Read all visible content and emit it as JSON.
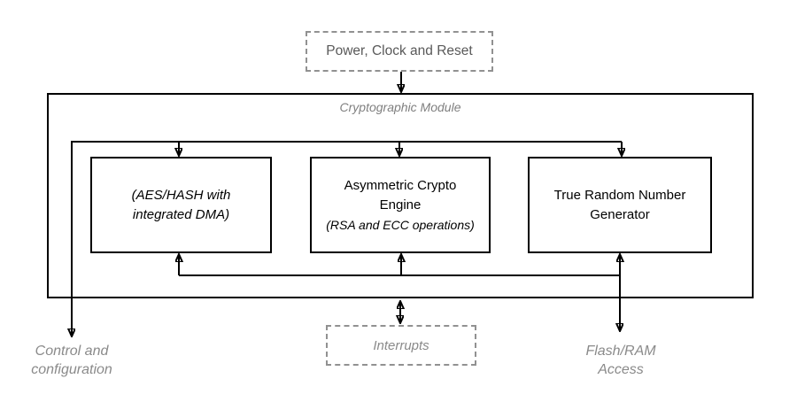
{
  "colors": {
    "background": "#ffffff",
    "solid_line": "#000000",
    "solid_box_border": "#000000",
    "dashed_box_border": "#919191",
    "power_box_text": "#595959",
    "module_title_text": "#7f7f7f",
    "muted_label_text": "#8a8a8a"
  },
  "module": {
    "title": "Cryptographic Module",
    "blocks": {
      "aes": {
        "line1": "(AES/HASH with",
        "line2": "integrated DMA)"
      },
      "ace": {
        "line1": "Asymmetric Crypto",
        "line2": "Engine",
        "line3": "(RSA and ECC operations)"
      },
      "trng": {
        "line1": "True Random Number",
        "line2": "Generator"
      }
    }
  },
  "external": {
    "power": {
      "label": "Power, Clock and Reset"
    },
    "interrupts": {
      "label": "Interrupts"
    },
    "control": {
      "line1": "Control and",
      "line2": "configuration"
    },
    "flash": {
      "line1": "Flash/RAM",
      "line2": "Access"
    }
  },
  "connections": [
    {
      "from": "Power, Clock and Reset",
      "to": "Cryptographic Module",
      "direction": "down"
    },
    {
      "from": "top control bus",
      "to": "AES/HASH with integrated DMA",
      "direction": "down"
    },
    {
      "from": "top control bus",
      "to": "Asymmetric Crypto Engine",
      "direction": "down"
    },
    {
      "from": "top control bus",
      "to": "True Random Number Generator",
      "direction": "down"
    },
    {
      "from": "top control bus",
      "to": "Control and configuration",
      "direction": "down-out-of-module"
    },
    {
      "from": "bottom data bus",
      "to": "AES/HASH with integrated DMA",
      "direction": "up"
    },
    {
      "from": "bottom data bus",
      "to": "Asymmetric Crypto Engine",
      "direction": "up"
    },
    {
      "from": "bottom data bus",
      "to": "True Random Number Generator",
      "direction": "up"
    },
    {
      "from": "bottom data bus",
      "to": "Flash/RAM Access",
      "direction": "down-out-of-module"
    },
    {
      "from": "Cryptographic Module",
      "to": "Interrupts",
      "direction": "bidirectional"
    }
  ]
}
